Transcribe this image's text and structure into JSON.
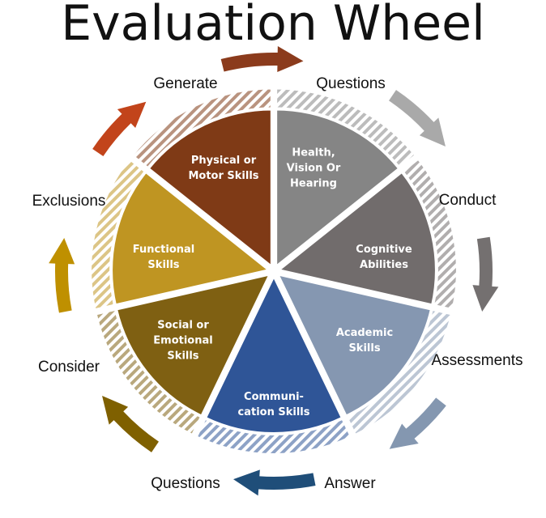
{
  "title": "Evaluation Wheel",
  "cycle_labels": {
    "generate": "Generate",
    "questions_top": "Questions",
    "conduct": "Conduct",
    "assessments": "Assessments",
    "answer": "Answer",
    "questions_bottom": "Questions",
    "consider": "Consider",
    "exclusions": "Exclusions"
  },
  "segments": [
    {
      "label": "Health,\nVision Or\nHearing",
      "color": "#858585"
    },
    {
      "label": "Cognitive\nAbilities",
      "color": "#716c6c"
    },
    {
      "label": "Academic\nSkills",
      "color": "#8597b1"
    },
    {
      "label": "Communi-\ncation Skills",
      "color": "#2f5597"
    },
    {
      "label": "Social or\nEmotional\nSkills",
      "color": "#7f6012"
    },
    {
      "label": "Functional\nSkills",
      "color": "#bf9522"
    },
    {
      "label": "Physical or\nMotor Skills",
      "color": "#7f3a16"
    }
  ],
  "arrow_colors": [
    "#8b3b1c",
    "#a9a9a9",
    "#747070",
    "#8497b0",
    "#1f4e79",
    "#7f6000",
    "#bf9000",
    "#c2441b"
  ]
}
